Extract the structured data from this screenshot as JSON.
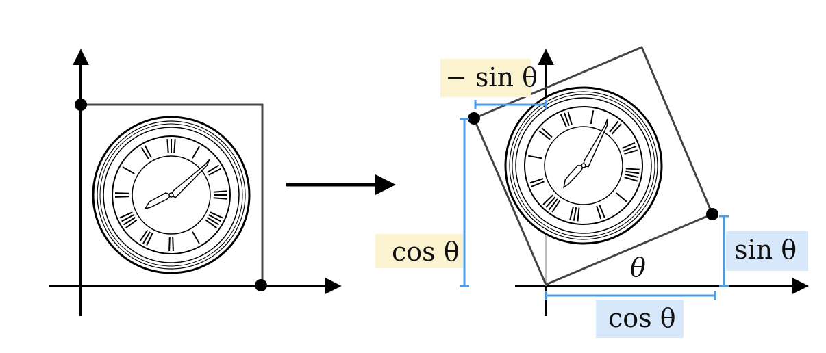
{
  "labels": {
    "neg_sin": "− sin θ",
    "cos_left": "cos θ",
    "sin_right": "sin θ",
    "cos_bottom": "cos θ",
    "theta": "θ"
  },
  "colors": {
    "axis": "#000000",
    "frame": "#444444",
    "measure": "#4a9be8",
    "yellow_box": "#fbf2d0",
    "blue_box": "#d7e8fa"
  },
  "clock": {
    "numerals": [
      "XII",
      "I",
      "II",
      "III",
      "IIII",
      "V",
      "VI",
      "VII",
      "VIII",
      "IX",
      "X",
      "XI"
    ]
  }
}
